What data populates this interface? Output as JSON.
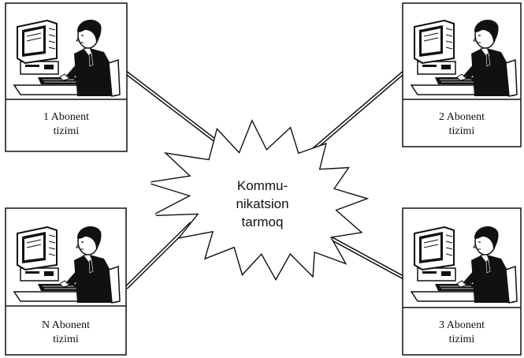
{
  "network": {
    "line1": "Kommu-",
    "line2": "nikatsion",
    "line3": "tarmoq"
  },
  "subscribers": [
    {
      "line1": "1 Abonent",
      "line2": "tizimi",
      "icon": "workstation-user-icon"
    },
    {
      "line1": "2 Abonent",
      "line2": "tizimi",
      "icon": "workstation-user-icon"
    },
    {
      "line1": "N Abonent",
      "line2": "tizimi",
      "icon": "workstation-user-icon"
    },
    {
      "line1": "3 Abonent",
      "line2": "tizimi",
      "icon": "workstation-user-icon"
    }
  ]
}
